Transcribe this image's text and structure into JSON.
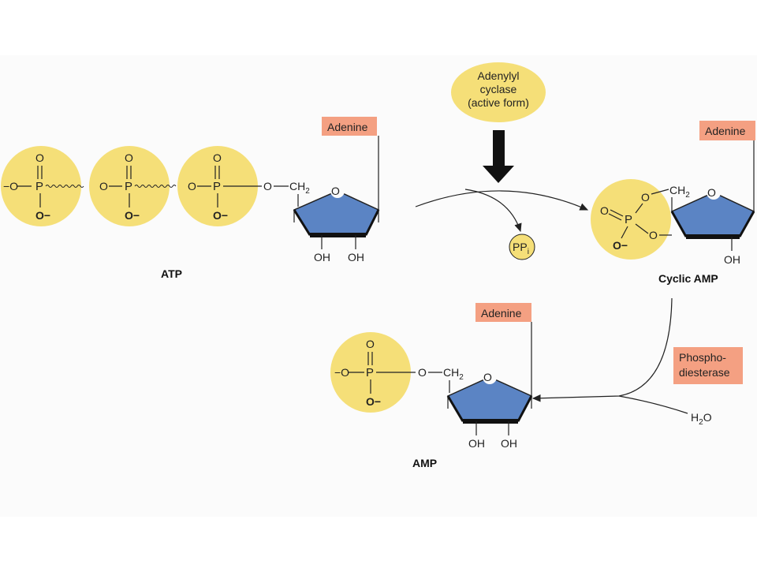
{
  "colors": {
    "phosphate_fill": "#f5df78",
    "sugar_fill": "#5b84c4",
    "adenine_box": "#f4a082",
    "panel_bg": "#fbfbfb",
    "line": "#222222"
  },
  "atp": {
    "label": "ATP",
    "adenine": "Adenine",
    "phosphates": [
      {
        "top": "O",
        "center": "P",
        "left": "−O",
        "bottom": "O−"
      },
      {
        "top": "O",
        "center": "P",
        "left": "O",
        "bottom": "O−"
      },
      {
        "top": "O",
        "center": "P",
        "left": "O",
        "bottom": "O−"
      }
    ],
    "link_o": "O",
    "ch2": "CH",
    "ch2_sub": "2",
    "ring_o": "O",
    "oh_left": "OH",
    "oh_right": "OH"
  },
  "enzyme": {
    "line1": "Adenylyl",
    "line2": "cyclase",
    "line3": "(active form)"
  },
  "ppi": {
    "main": "PP",
    "sub": "i"
  },
  "camp": {
    "label": "Cyclic AMP",
    "adenine": "Adenine",
    "p": "P",
    "o_top": "O",
    "o_left": "O",
    "o_right": "O",
    "o_bottom": "O−",
    "ch2": "CH",
    "ch2_sub": "2",
    "ring_o": "O",
    "oh": "OH"
  },
  "phosphodiesterase": {
    "line1": "Phospho-",
    "line2": "diesterase"
  },
  "water": {
    "h": "H",
    "sub": "2",
    "o": "O"
  },
  "amp": {
    "label": "AMP",
    "adenine": "Adenine",
    "top": "O",
    "center": "P",
    "left": "−O",
    "bottom": "O−",
    "link_o": "O",
    "ch2": "CH",
    "ch2_sub": "2",
    "ring_o": "O",
    "oh_left": "OH",
    "oh_right": "OH"
  }
}
